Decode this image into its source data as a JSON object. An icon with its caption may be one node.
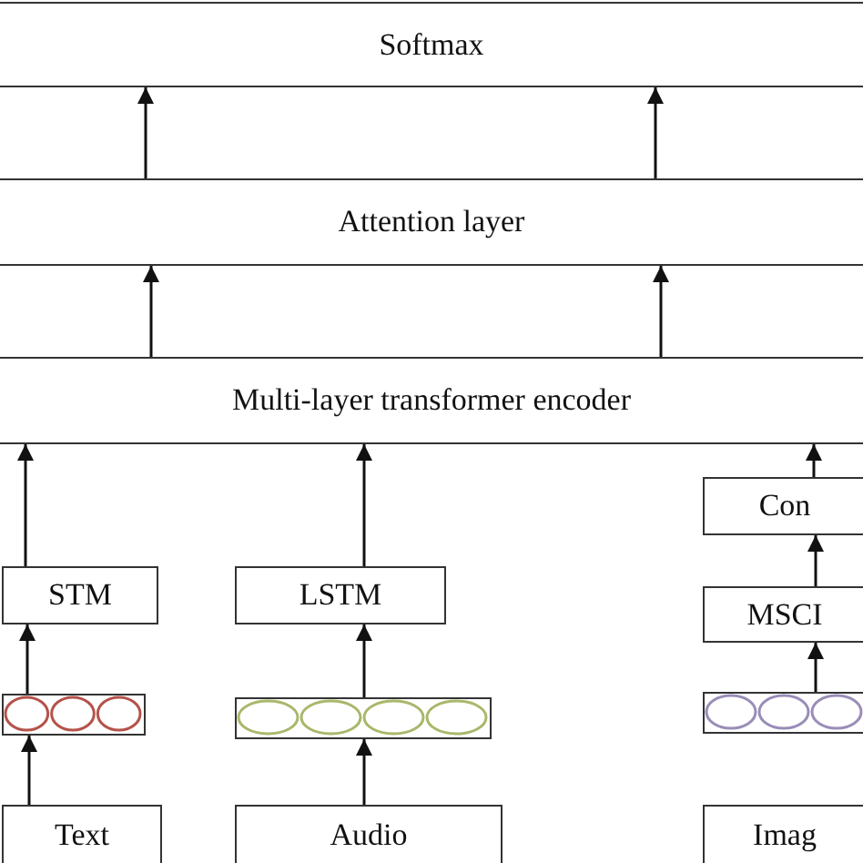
{
  "diagram": {
    "nodes": [
      {
        "text": [
          "Softmax"
        ]
      },
      {
        "text": [
          "Attention layer"
        ]
      },
      {
        "text": [
          "Multi-layer transformer encoder"
        ]
      },
      {
        "text": [
          "STM"
        ]
      },
      {
        "text": [],
        "shape": "box"
      },
      {
        "text": [
          "Text"
        ]
      },
      {
        "text": [
          "LSTM"
        ]
      },
      {
        "text": [],
        "shape": "box"
      },
      {
        "text": [
          "Audio"
        ]
      },
      {
        "text": [
          "Con"
        ]
      },
      {
        "text": [
          "MSCI"
        ]
      },
      {
        "text": [],
        "shape": "box"
      },
      {
        "text": [
          "Imag"
        ]
      }
    ],
    "edges": [
      {
        "from": 1,
        "to": 0,
        "arrow": "to"
      },
      {
        "from": 1,
        "to": 0,
        "arrow": "to"
      },
      {
        "from": 2,
        "to": 1,
        "arrow": "to"
      },
      {
        "from": 2,
        "to": 1,
        "arrow": "to"
      },
      {
        "from": 3,
        "to": 2,
        "arrow": "to"
      },
      {
        "from": 4,
        "to": 3,
        "arrow": "to"
      },
      {
        "from": 5,
        "to": 4,
        "arrow": "to"
      },
      {
        "from": 6,
        "to": 2,
        "arrow": "to"
      },
      {
        "from": 7,
        "to": 6,
        "arrow": "to"
      },
      {
        "from": 8,
        "to": 7,
        "arrow": "to"
      },
      {
        "from": 9,
        "to": 2,
        "arrow": "to"
      },
      {
        "from": 10,
        "to": 9,
        "arrow": "to"
      },
      {
        "from": 11,
        "to": 10,
        "arrow": "to"
      }
    ]
  }
}
